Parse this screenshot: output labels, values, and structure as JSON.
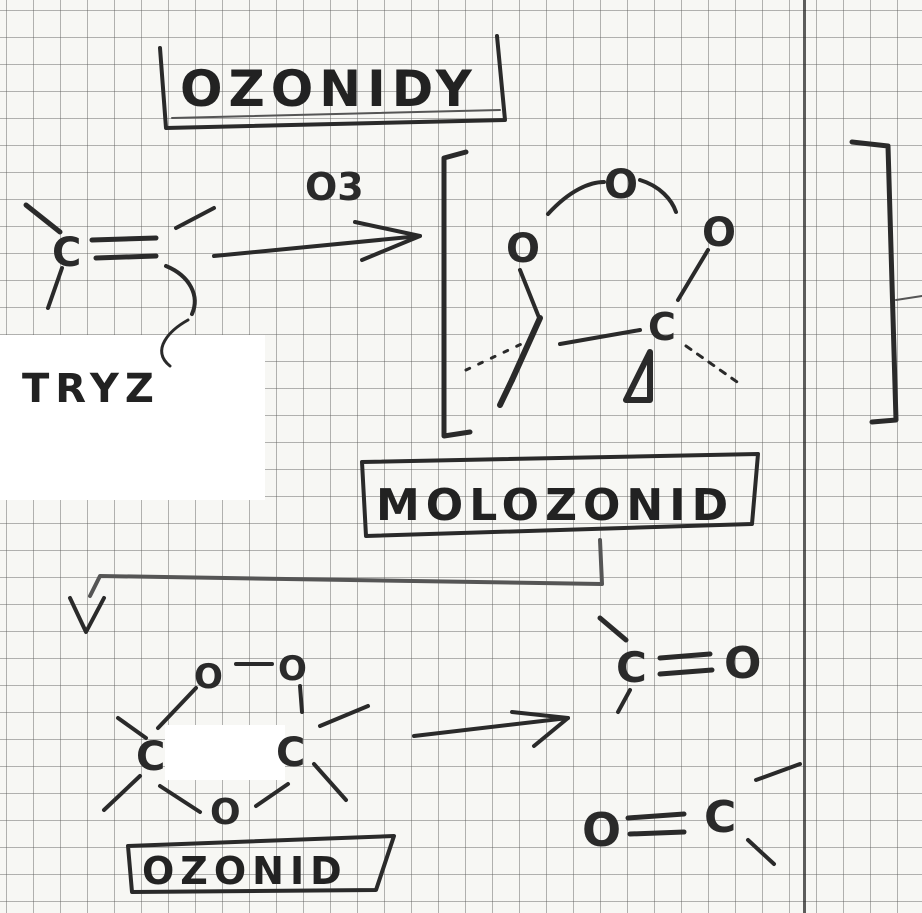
{
  "labels": {
    "title": "OZONIDY",
    "reagent": "O3",
    "molozonide": "MOLOZONID",
    "ozonide": "OZONID",
    "note": "TRYZ"
  },
  "atoms": {
    "carbon": "C",
    "oxygen": "O",
    "double_bond": "="
  },
  "colors": {
    "paper": "#f7f7f4",
    "grid": "#5a5a5a",
    "ink": "#2a2a2a"
  }
}
